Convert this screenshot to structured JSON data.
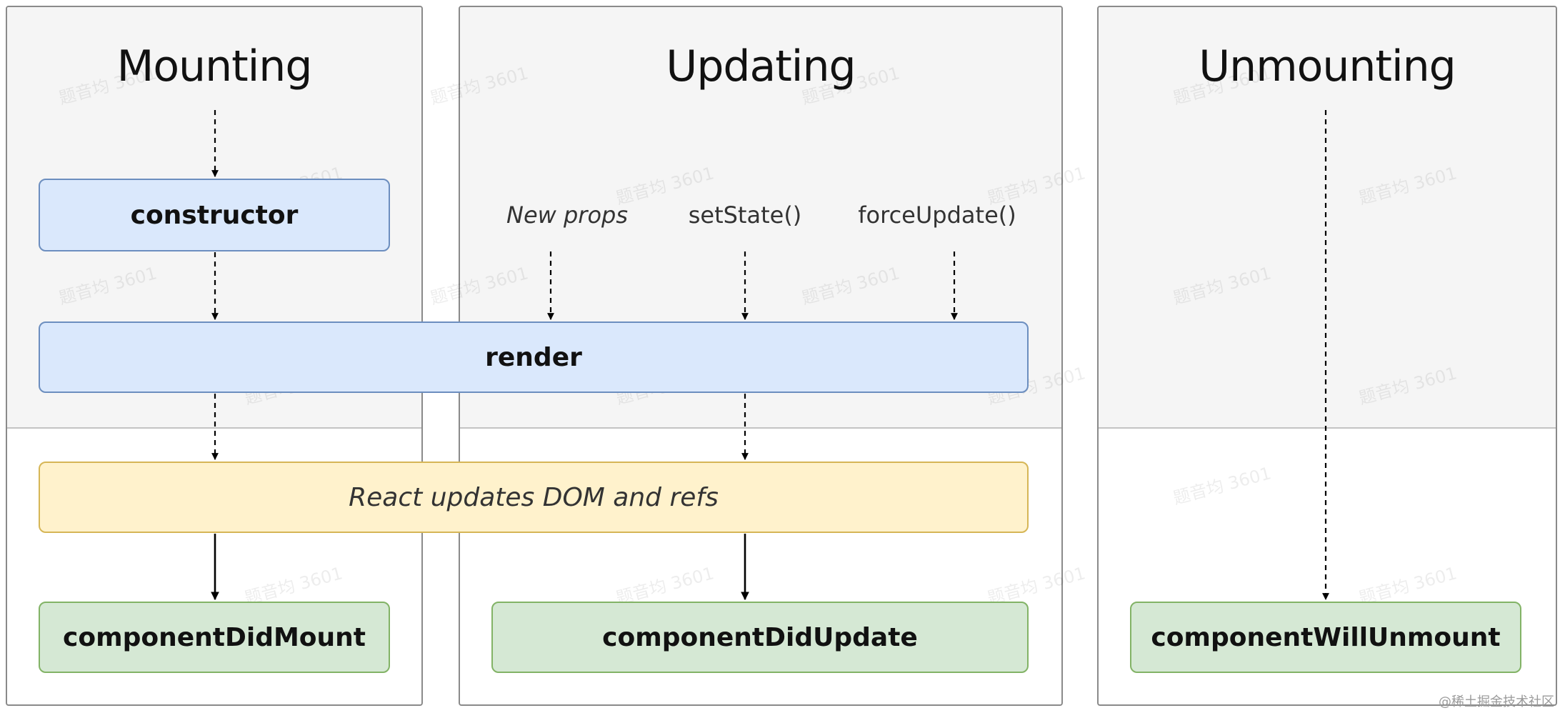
{
  "columns": {
    "mounting": {
      "title": "Mounting"
    },
    "updating": {
      "title": "Updating"
    },
    "unmounting": {
      "title": "Unmounting"
    }
  },
  "boxes": {
    "constructor": "constructor",
    "render": "render",
    "dom_update": "React updates DOM and refs",
    "did_mount": "componentDidMount",
    "did_update": "componentDidUpdate",
    "will_unmount": "componentWillUnmount"
  },
  "triggers": {
    "new_props": "New props",
    "set_state": "setState()",
    "force_update": "forceUpdate()"
  },
  "watermark": "题音均 3601",
  "credit": "@稀土掘金技术社区",
  "colors": {
    "phase_background": "#f5f5f5",
    "blue_fill": "#dae8fc",
    "blue_border": "#6c8ebf",
    "yellow_fill": "#fff2cc",
    "yellow_border": "#d6b656",
    "green_fill": "#d5e8d4",
    "green_border": "#82b366"
  }
}
